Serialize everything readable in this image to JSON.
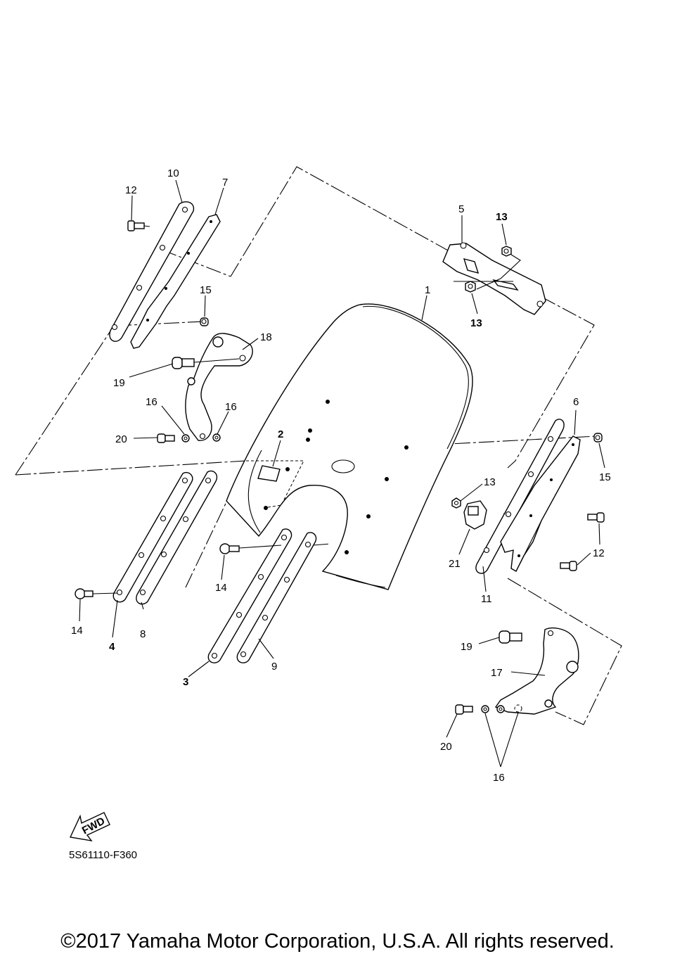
{
  "diagram": {
    "callouts": {
      "p1": "1",
      "p2": "2",
      "p3": "3",
      "p4": "4",
      "p5": "5",
      "p6": "6",
      "p7": "7",
      "p8": "8",
      "p9": "9",
      "p10": "10",
      "p11": "11",
      "p12a": "12",
      "p12b": "12",
      "p13a": "13",
      "p13b": "13",
      "p13c": "13",
      "p14a": "14",
      "p14b": "14",
      "p15a": "15",
      "p15b": "15",
      "p16a": "16",
      "p16b": "16",
      "p16c": "16",
      "p17": "17",
      "p18": "18",
      "p19a": "19",
      "p19b": "19",
      "p20a": "20",
      "p20b": "20",
      "p21": "21"
    },
    "fwd_label": "FWD",
    "code": "5S61110-F360"
  },
  "footer": {
    "copyright": "©2017 Yamaha Motor Corporation, U.S.A. All rights reserved."
  }
}
